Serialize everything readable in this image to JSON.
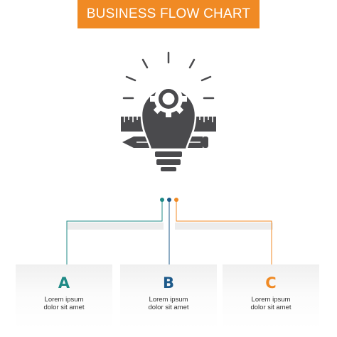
{
  "title": "BUSINESS FLOW CHART",
  "colors": {
    "banner": "#f08a24",
    "icon": "#4a4a4d",
    "teal": "#1f8a86",
    "blue": "#1e5a8a",
    "orange": "#f08a24"
  },
  "icon_name": "idea-bulb-gear-ruler-pencil-icon",
  "steps": [
    {
      "letter": "A",
      "line1": "Lorem ipsum",
      "line2": "dolor sit amet",
      "color": "#1f8a86"
    },
    {
      "letter": "B",
      "line1": "Lorem ipsum",
      "line2": "dolor sit amet",
      "color": "#1e5a8a"
    },
    {
      "letter": "C",
      "line1": "Lorem ipsum",
      "line2": "dolor sit amet",
      "color": "#f08a24"
    }
  ]
}
